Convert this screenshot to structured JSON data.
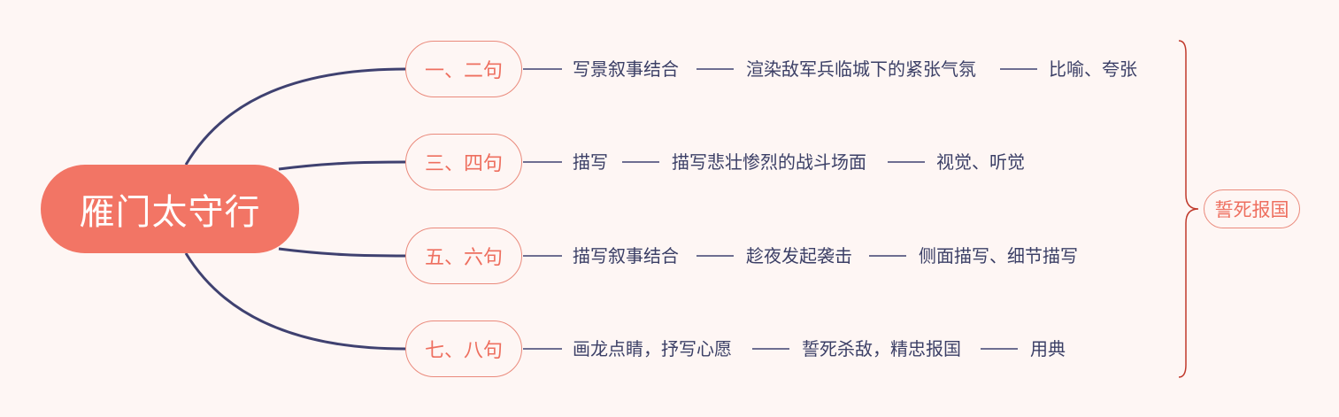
{
  "colors": {
    "background": "#fef6f4",
    "root_fill": "#f27565",
    "branch_border": "#ea8a7c",
    "branch_text": "#ee6f5f",
    "connector": "#3f4170",
    "leaf_text": "#3b3f66",
    "brace": "#c0392b"
  },
  "root": {
    "label": "雁门太守行"
  },
  "branches": [
    {
      "label": "一、二句",
      "items": [
        "写景叙事结合",
        "渲染敌军兵临城下的紧张气氛",
        "比喻、夸张"
      ]
    },
    {
      "label": "三、四句",
      "items": [
        "描写",
        "描写悲壮惨烈的战斗场面",
        "视觉、听觉"
      ]
    },
    {
      "label": "五、六句",
      "items": [
        "描写叙事结合",
        "趁夜发起袭击",
        "侧面描写、细节描写"
      ]
    },
    {
      "label": "七、八句",
      "items": [
        "画龙点睛，抒写心愿",
        "誓死杀敌，精忠报国",
        "用典"
      ]
    }
  ],
  "summary": {
    "label": "誓死报国"
  }
}
